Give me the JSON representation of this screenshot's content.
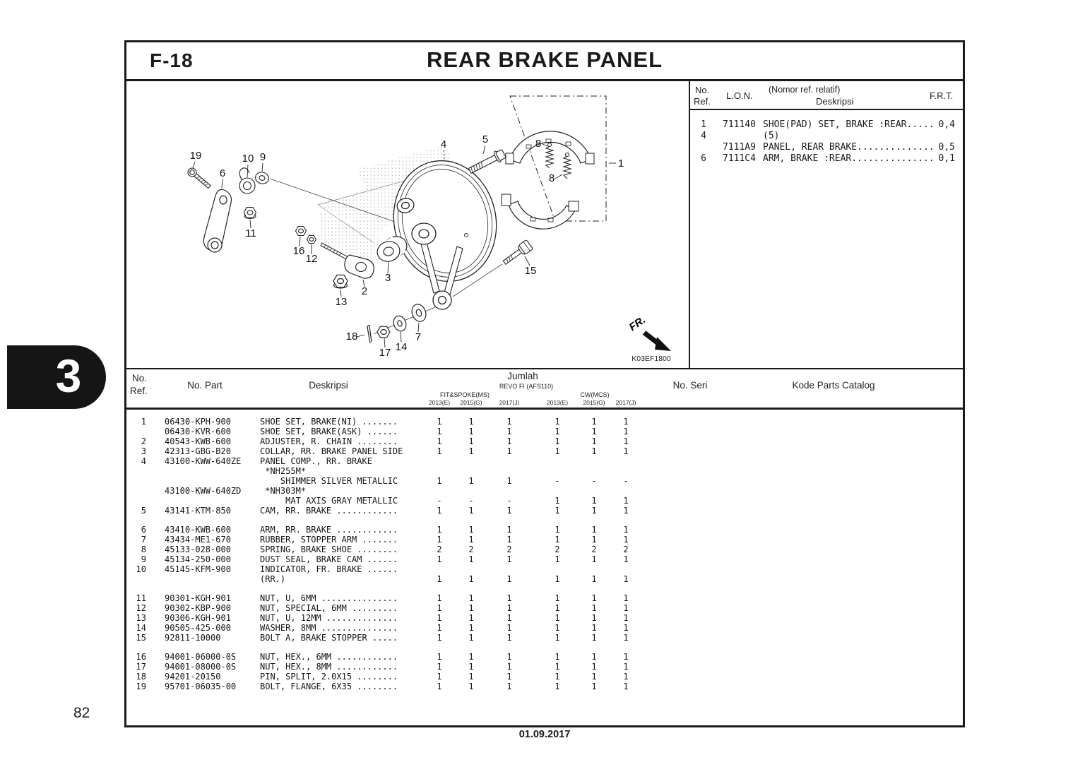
{
  "page": {
    "section_code": "F-18",
    "title": "REAR BRAKE PANEL",
    "tab_number": "3",
    "page_number": "82",
    "date": "01.09.2017",
    "fr_label": "FR.",
    "diagram_code": "K03EF1800"
  },
  "ref_table": {
    "headers": {
      "no1": "No.",
      "no2": "Ref.",
      "lon": "L.O.N.",
      "nomor": "(Nomor ref. relatif)",
      "deskripsi": "Deskripsi",
      "frt": "F.R.T."
    },
    "rows": [
      {
        "ref": "1",
        "lon": "711140",
        "desc": "SHOE(PAD) SET, BRAKE :REAR..... ",
        "frt": "0,4"
      },
      {
        "ref": "4",
        "lon": "",
        "desc": "(5)",
        "frt": ""
      },
      {
        "ref": "",
        "lon": "7111A9",
        "desc": "PANEL, REAR BRAKE.............. ",
        "frt": "0,5"
      },
      {
        "ref": "6",
        "lon": "7111C4",
        "desc": "ARM, BRAKE :REAR............... ",
        "frt": "0,1"
      }
    ]
  },
  "parts_table": {
    "headers": {
      "no1": "No.",
      "no2": "Ref.",
      "no_part": "No. Part",
      "deskripsi": "Deskripsi",
      "jumlah": "Jumlah",
      "model": "REVO FI (AFS110)",
      "group1": "FIT&SPOKE(MS)",
      "group2": "CW(MCS)",
      "no_seri": "No. Seri",
      "kode": "Kode Parts Catalog"
    },
    "year_cols": [
      "2013(E)",
      "2015(G)",
      "2017(J)",
      "2013(E)",
      "2015(G)",
      "2017(J)"
    ],
    "rows": [
      {
        "ref": "1",
        "part": "06430-KPH-900",
        "desc": "SHOE SET, BRAKE(NI) .......",
        "qty": [
          "1",
          "1",
          "1",
          "1",
          "1",
          "1"
        ]
      },
      {
        "ref": "",
        "part": "06430-KVR-600",
        "desc": "SHOE SET, BRAKE(ASK) ......",
        "qty": [
          "1",
          "1",
          "1",
          "1",
          "1",
          "1"
        ]
      },
      {
        "ref": "2",
        "part": "40543-KWB-600",
        "desc": "ADJUSTER, R. CHAIN ........",
        "qty": [
          "1",
          "1",
          "1",
          "1",
          "1",
          "1"
        ]
      },
      {
        "ref": "3",
        "part": "42313-GBG-B20",
        "desc": "COLLAR, RR. BRAKE PANEL SIDE",
        "qty": [
          "1",
          "1",
          "1",
          "1",
          "1",
          "1"
        ]
      },
      {
        "ref": "4",
        "part": "43100-KWW-640ZE",
        "desc": "PANEL COMP., RR. BRAKE"
      },
      {
        "desc": " *NH255M*"
      },
      {
        "desc": "    SHIMMER SILVER METALLIC",
        "qty": [
          "1",
          "1",
          "1",
          "-",
          "-",
          "-"
        ]
      },
      {
        "part": "43100-KWW-640ZD",
        "desc": " *NH303M*"
      },
      {
        "desc": "     MAT AXIS GRAY METALLIC",
        "qty": [
          "-",
          "-",
          "-",
          "1",
          "1",
          "1"
        ]
      },
      {
        "ref": "5",
        "part": "43141-KTM-850",
        "desc": "CAM, RR. BRAKE ............",
        "qty": [
          "1",
          "1",
          "1",
          "1",
          "1",
          "1"
        ]
      },
      {
        "gap": true,
        "ref": "6",
        "part": "43410-KWB-600",
        "desc": "ARM, RR. BRAKE ............",
        "qty": [
          "1",
          "1",
          "1",
          "1",
          "1",
          "1"
        ]
      },
      {
        "ref": "7",
        "part": "43434-ME1-670",
        "desc": "RUBBER, STOPPER ARM .......",
        "qty": [
          "1",
          "1",
          "1",
          "1",
          "1",
          "1"
        ]
      },
      {
        "ref": "8",
        "part": "45133-028-000",
        "desc": "SPRING, BRAKE SHOE ........",
        "qty": [
          "2",
          "2",
          "2",
          "2",
          "2",
          "2"
        ]
      },
      {
        "ref": "9",
        "part": "45134-250-000",
        "desc": "DUST SEAL, BRAKE CAM ......",
        "qty": [
          "1",
          "1",
          "1",
          "1",
          "1",
          "1"
        ]
      },
      {
        "ref": "10",
        "part": "45145-KFM-900",
        "desc": "INDICATOR, FR. BRAKE ......"
      },
      {
        "desc": "(RR.)",
        "qty": [
          "1",
          "1",
          "1",
          "1",
          "1",
          "1"
        ]
      },
      {
        "gap": true,
        "ref": "11",
        "part": "90301-KGH-901",
        "desc": "NUT, U, 6MM ...............",
        "qty": [
          "1",
          "1",
          "1",
          "1",
          "1",
          "1"
        ]
      },
      {
        "ref": "12",
        "part": "90302-KBP-900",
        "desc": "NUT, SPECIAL, 6MM .........",
        "qty": [
          "1",
          "1",
          "1",
          "1",
          "1",
          "1"
        ]
      },
      {
        "ref": "13",
        "part": "90306-KGH-901",
        "desc": "NUT, U, 12MM ..............",
        "qty": [
          "1",
          "1",
          "1",
          "1",
          "1",
          "1"
        ]
      },
      {
        "ref": "14",
        "part": "90505-425-000",
        "desc": "WASHER, 8MM ...............",
        "qty": [
          "1",
          "1",
          "1",
          "1",
          "1",
          "1"
        ]
      },
      {
        "ref": "15",
        "part": "92811-10000",
        "desc": "BOLT A, BRAKE STOPPER .....",
        "qty": [
          "1",
          "1",
          "1",
          "1",
          "1",
          "1"
        ]
      },
      {
        "gap": true,
        "ref": "16",
        "part": "94001-06000-0S",
        "desc": "NUT, HEX., 6MM ............",
        "qty": [
          "1",
          "1",
          "1",
          "1",
          "1",
          "1"
        ]
      },
      {
        "ref": "17",
        "part": "94001-08000-0S",
        "desc": "NUT, HEX., 8MM ............",
        "qty": [
          "1",
          "1",
          "1",
          "1",
          "1",
          "1"
        ]
      },
      {
        "ref": "18",
        "part": "94201-20150",
        "desc": "PIN, SPLIT, 2.0X15 ........",
        "qty": [
          "1",
          "1",
          "1",
          "1",
          "1",
          "1"
        ]
      },
      {
        "ref": "19",
        "part": "95701-06035-00",
        "desc": "BOLT, FLANGE, 6X35 ........",
        "qty": [
          "1",
          "1",
          "1",
          "1",
          "1",
          "1"
        ]
      }
    ]
  },
  "diagram": {
    "labels": [
      "19",
      "10",
      "9",
      "6",
      "11",
      "16",
      "12",
      "2",
      "13",
      "3",
      "4",
      "5",
      "8",
      "8",
      "1",
      "15",
      "7",
      "14",
      "17",
      "18"
    ]
  }
}
